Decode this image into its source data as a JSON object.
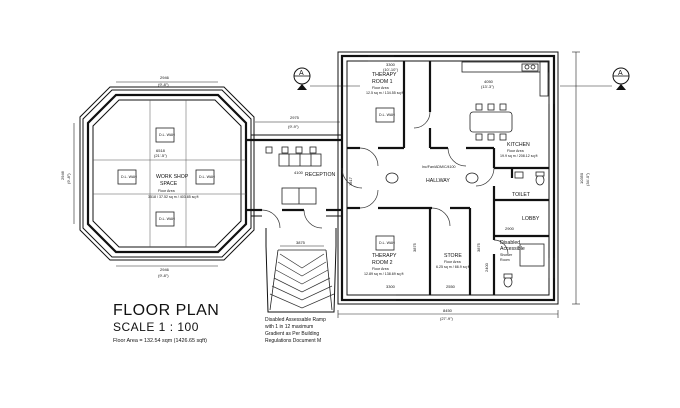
{
  "title": "FLOOR PLAN",
  "scale": "SCALE 1 : 100",
  "floor_area": "Floor Area = 132.54 sqm (1426.65 sqft)",
  "section_marker": "A",
  "rooms": {
    "workshop": {
      "name1": "WORK SHOP",
      "name2": "SPACE",
      "area": "Floor Area",
      "dims": "3518 / 37.52 sq m / 403.85 sq ft"
    },
    "therapy1": {
      "name1": "THERAPY",
      "name2": "ROOM 1",
      "area": "Floor Area",
      "dims": "12.5 sq m / 134.55 sq ft"
    },
    "therapy2": {
      "name1": "THERAPY",
      "name2": "ROOM 2",
      "area": "Floor Area",
      "dims": "12.89 sq m / 138.69 sq ft"
    },
    "store": {
      "name": "STORE",
      "area": "Floor Area",
      "dims": "6.25 sq m / 66.9 sq ft"
    },
    "reception": {
      "name": "RECEPTION"
    },
    "hallway": {
      "name": "HALLWAY",
      "label": "Inc/Fan/ADM/C/4100"
    },
    "kitchen": {
      "name": "KITCHEN",
      "area": "Floor Area",
      "dims": "19.9 sq m / 208.12 sq ft"
    },
    "toilet": {
      "name": "TOILET"
    },
    "lobby": {
      "name": "LOBBY"
    },
    "disabled_wc": {
      "name1": "Disabled",
      "name2": "Accessible",
      "name3": "Shower",
      "name4": "Room"
    }
  },
  "fixtures": {
    "dl_label": "D.L. WAH"
  },
  "dimensions": {
    "ws_top": "2946",
    "ws_top_ft": "(9'-8\")",
    "ws_bottom": "2946",
    "ws_bottom_ft": "(9'-8\")",
    "ws_left": "2946",
    "ws_left_ft": "(9'-8\")",
    "ws_width": "6518",
    "ws_width_ft": "(21'-5\")",
    "corridor": "2975",
    "corridor_ft": "(9'-9\")",
    "therapy1_w": "3300",
    "therapy1_w_ft": "(10'-10\")",
    "kitchen_w": "4050",
    "kitchen_w_ft": "(13'-3\")",
    "therapy2_w": "3300",
    "store_w": "2550",
    "overall_w": "8450",
    "overall_w_ft": "(27'-9\")",
    "overall_h": "10350",
    "overall_h_ft": "(34'-0\")",
    "reception_w": "4100",
    "hall_h": "1817",
    "lobby_w": "2900",
    "therapy_h": "3875",
    "store_h": "3875",
    "wc_h": "2400",
    "ramp_w": "3875"
  },
  "ramp_note": [
    "Disabled Assessable Ramp",
    "with 1 in 12 maximum",
    "Gradient as Per Building",
    "Regulations Document M"
  ]
}
